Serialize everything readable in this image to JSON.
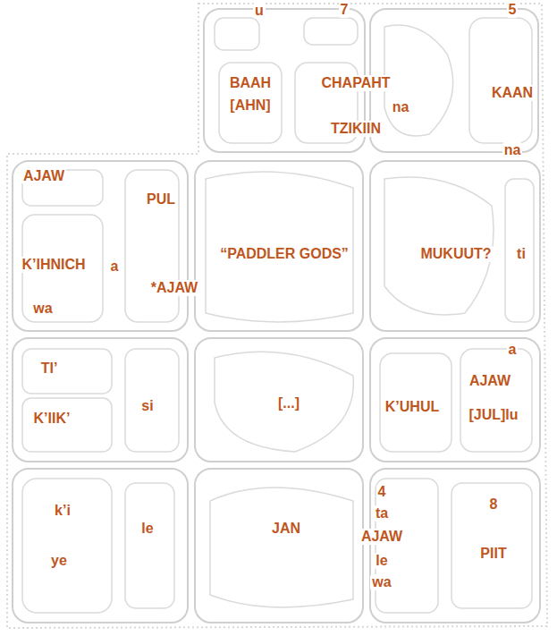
{
  "diagram": {
    "labels": [
      "u",
      "7",
      "5",
      "BAAH",
      "[AHN]",
      "CHAPAHT",
      "na",
      "KAAN",
      "TZIKIIN",
      "na",
      "AJAW",
      "PUL",
      "K’IHNICH",
      "a",
      "“PADDLER GODS”",
      "MUKUUT?",
      "ti",
      "*AJAW",
      "wa",
      "a",
      "TI’",
      "AJAW",
      "[...]",
      "K’UHUL",
      "si",
      "[JUL]lu",
      "K’IIK’",
      "4",
      "8",
      "k’i",
      "ta",
      "le",
      "JAN",
      "AJAW",
      "PIIT",
      "le",
      "ye",
      "wa"
    ]
  }
}
